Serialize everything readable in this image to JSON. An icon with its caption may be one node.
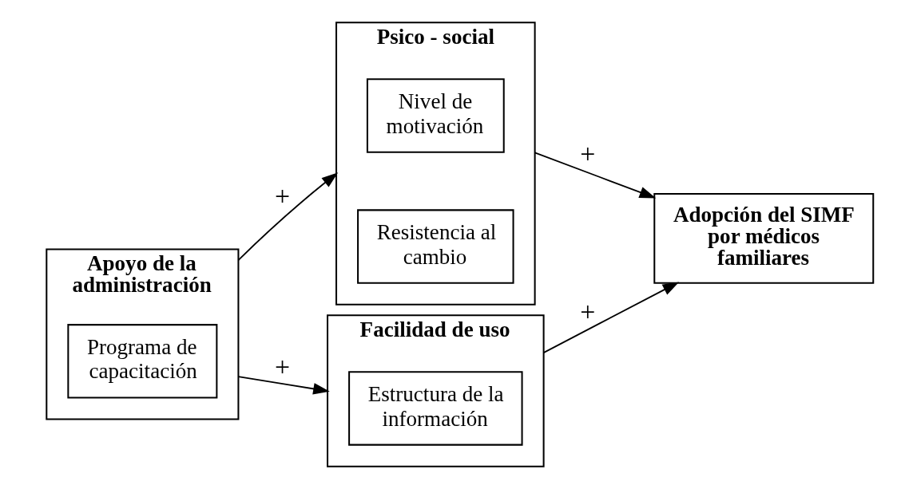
{
  "diagram": {
    "nodes": [
      {
        "text": [
          "Apoyo de la administración"
        ]
      },
      {
        "text": [
          "Programa de capacitación"
        ],
        "in": 0
      },
      {
        "text": [
          "Psico - social"
        ]
      },
      {
        "text": [
          "Nivel de motivación"
        ],
        "in": 2
      },
      {
        "text": [
          "Resistencia al cambio"
        ],
        "in": 2
      },
      {
        "text": [
          "Facilidad de uso"
        ]
      },
      {
        "text": [
          "Estructura de la información"
        ],
        "in": 5
      },
      {
        "text": [
          "Adopción del SIMF por médicos familiares"
        ]
      }
    ],
    "edges": [
      {
        "from": 0,
        "to": 2,
        "arrow": "to",
        "label": "+"
      },
      {
        "from": 0,
        "to": 5,
        "arrow": "to",
        "label": "+"
      },
      {
        "from": 2,
        "to": 7,
        "arrow": "to",
        "label": "+"
      },
      {
        "from": 5,
        "to": 7,
        "arrow": "to",
        "label": "+"
      }
    ]
  }
}
